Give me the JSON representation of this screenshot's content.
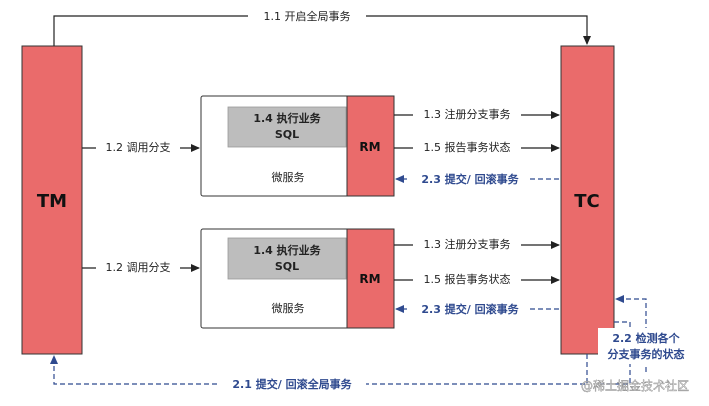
{
  "tm": {
    "label": "TM"
  },
  "tc": {
    "label": "TC"
  },
  "edges": {
    "begin_global": "1.1 开启全局事务",
    "call_branch_1": "1.2 调用分支",
    "call_branch_2": "1.2 调用分支",
    "commit_rollback_global": "2.1 提交/ 回滚全局事务"
  },
  "microservices": [
    {
      "inner_line1": "1.4 执行业务",
      "inner_line2": "SQL",
      "name": "微服务",
      "rm_label": "RM",
      "register": "1.3 注册分支事务",
      "report": "1.5 报告事务状态",
      "commit_rollback": "2.3 提交/ 回滚事务"
    },
    {
      "inner_line1": "1.4 执行业务",
      "inner_line2": "SQL",
      "name": "微服务",
      "rm_label": "RM",
      "register": "1.3 注册分支事务",
      "report": "1.5 报告事务状态",
      "commit_rollback": "2.3 提交/ 回滚事务"
    }
  ],
  "check_note": {
    "line1": "2.2 检测各个",
    "line2": "分支事务的状态"
  },
  "watermark": "@稀土掘金技术社区",
  "colors": {
    "block_fill": "#ea6b6b",
    "block_stroke": "#333333",
    "inner_fill": "#bdbdbd",
    "dashed_blue": "#2f4a8f"
  }
}
